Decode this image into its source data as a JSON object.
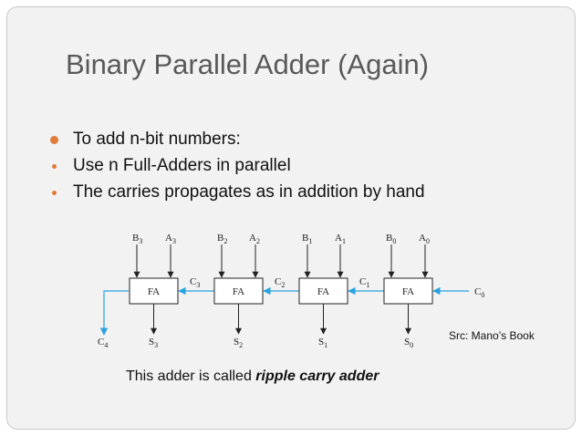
{
  "title": "Binary Parallel Adder (Again)",
  "bullets": [
    {
      "text": "To add n-bit numbers:"
    },
    {
      "text": "Use n Full-Adders in parallel"
    },
    {
      "text": "The carries propagates as in addition by hand"
    }
  ],
  "diagram": {
    "adders": [
      {
        "label": "FA",
        "b_main": "B",
        "b_sub": "3",
        "a_main": "A",
        "a_sub": "3",
        "s_main": "S",
        "s_sub": "3"
      },
      {
        "label": "FA",
        "b_main": "B",
        "b_sub": "2",
        "a_main": "A",
        "a_sub": "2",
        "s_main": "S",
        "s_sub": "2"
      },
      {
        "label": "FA",
        "b_main": "B",
        "b_sub": "1",
        "a_main": "A",
        "a_sub": "1",
        "s_main": "S",
        "s_sub": "1"
      },
      {
        "label": "FA",
        "b_main": "B",
        "b_sub": "0",
        "a_main": "A",
        "a_sub": "0",
        "s_main": "S",
        "s_sub": "0"
      }
    ],
    "carries": [
      {
        "main": "C",
        "sub": "3"
      },
      {
        "main": "C",
        "sub": "2"
      },
      {
        "main": "C",
        "sub": "1"
      }
    ],
    "carry_in": {
      "main": "C",
      "sub": "0"
    },
    "carry_out": {
      "main": "C",
      "sub": "4"
    },
    "accent_color": "#29a3e0"
  },
  "source_note": "Src: Mano’s Book",
  "caption": {
    "prefix": "This adder is called ",
    "emphasis": "ripple carry adder"
  }
}
